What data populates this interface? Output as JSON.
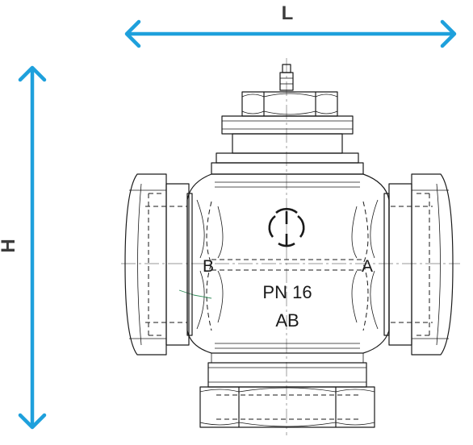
{
  "dimensions": {
    "length_label": "L",
    "height_label": "H",
    "arrow_color": "#1ea0dc"
  },
  "valve": {
    "port_left": "B",
    "port_right": "A",
    "pressure_rating": "PN 16",
    "port_common": "AB",
    "icon": "pressure-symbol-icon"
  }
}
